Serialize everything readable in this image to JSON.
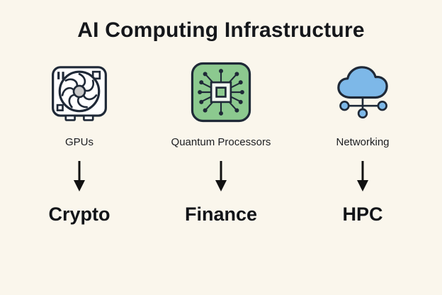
{
  "title": "AI Computing Infrastructure",
  "columns": [
    {
      "label": "GPUs",
      "target": "Crypto"
    },
    {
      "label": "Quantum Processors",
      "target": "Finance"
    },
    {
      "label": "Networking",
      "target": "HPC"
    }
  ],
  "icons": [
    "gpu-icon",
    "quantum-processor-icon",
    "networking-icon"
  ],
  "colors": {
    "background": "#FAF6EC",
    "outline": "#1F2937",
    "quantum_green": "#8CC98F",
    "network_blue": "#7DB8E8",
    "fan_hub_gray": "#C9C9C9",
    "arrow_black": "#111111"
  }
}
